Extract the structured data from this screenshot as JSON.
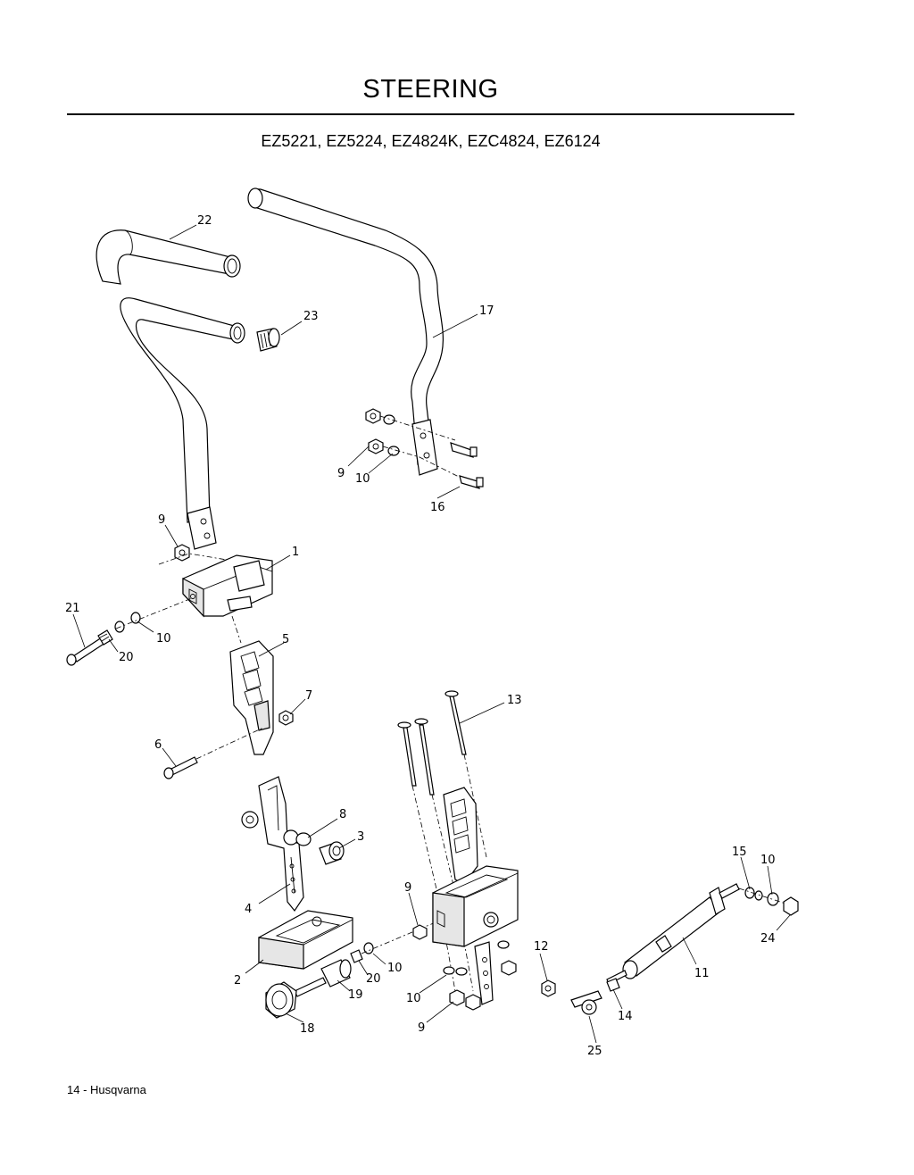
{
  "header": {
    "title": "STEERING",
    "models": "EZ5221, EZ5224, EZ4824K, EZC4824, EZ6124"
  },
  "footer": {
    "page_label": "14 - Husqvarna"
  },
  "callouts": [
    {
      "id": "c22",
      "label": "22"
    },
    {
      "id": "c23",
      "label": "23"
    },
    {
      "id": "c17",
      "label": "17"
    },
    {
      "id": "c9a",
      "label": "9"
    },
    {
      "id": "c10a",
      "label": "10"
    },
    {
      "id": "c16",
      "label": "16"
    },
    {
      "id": "c9b",
      "label": "9"
    },
    {
      "id": "c1",
      "label": "1"
    },
    {
      "id": "c21",
      "label": "21"
    },
    {
      "id": "c10b",
      "label": "10"
    },
    {
      "id": "c20a",
      "label": "20"
    },
    {
      "id": "c5",
      "label": "5"
    },
    {
      "id": "c7",
      "label": "7"
    },
    {
      "id": "c6",
      "label": "6"
    },
    {
      "id": "c13",
      "label": "13"
    },
    {
      "id": "c8",
      "label": "8"
    },
    {
      "id": "c3",
      "label": "3"
    },
    {
      "id": "c15",
      "label": "15"
    },
    {
      "id": "c10c",
      "label": "10"
    },
    {
      "id": "c9c",
      "label": "9"
    },
    {
      "id": "c4",
      "label": "4"
    },
    {
      "id": "c24",
      "label": "24"
    },
    {
      "id": "c12",
      "label": "12"
    },
    {
      "id": "c11",
      "label": "11"
    },
    {
      "id": "c10d",
      "label": "10"
    },
    {
      "id": "c2",
      "label": "2"
    },
    {
      "id": "c20b",
      "label": "20"
    },
    {
      "id": "c19",
      "label": "19"
    },
    {
      "id": "c10e",
      "label": "10"
    },
    {
      "id": "c14",
      "label": "14"
    },
    {
      "id": "c9d",
      "label": "9"
    },
    {
      "id": "c18",
      "label": "18"
    },
    {
      "id": "c25",
      "label": "25"
    }
  ]
}
